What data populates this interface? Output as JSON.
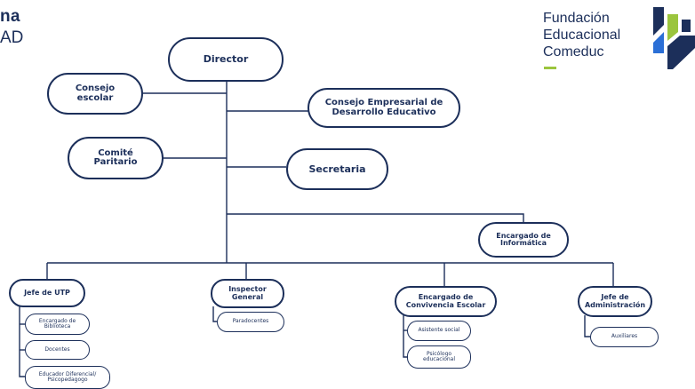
{
  "header": {
    "left_line1": "na",
    "left_line2": "AD",
    "brand_lines": [
      "Fundación",
      "Educacional",
      "Comeduc"
    ],
    "brand_colors": {
      "navy": "#1c2f5a",
      "blue": "#2b6fd6",
      "green": "#9bc53d"
    }
  },
  "org": {
    "director": "Director",
    "consejo_escolar": "Consejo\nescolar",
    "consejo_empresarial": "Consejo Empresarial de\nDesarrollo Educativo",
    "comite_paritario": "Comité\nParitario",
    "secretaria": "Secretaria",
    "encargado_informatica": "Encargado de\nInformática",
    "jefe_utp": "Jefe de UTP",
    "inspector_general": "Inspector\nGeneral",
    "encargado_convivencia": "Encargado de\nConvivencia Escolar",
    "jefe_administracion": "Jefe de\nAdministración",
    "encargado_biblioteca": "Encargado de\nBiblioteca",
    "docentes": "Docentes",
    "educador_diferencial": "Educador Diferencial/\nPsicopedagogo",
    "paradocentes": "Paradocentes",
    "asistente_social": "Asistente social",
    "psicologo": "Psicólogo\neducacional",
    "auxiliares": "Auxiliares"
  }
}
